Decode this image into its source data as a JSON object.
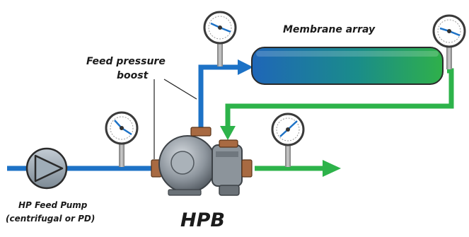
{
  "labels": {
    "feed_pressure_line1": "Feed pressure",
    "feed_pressure_line2": "boost",
    "membrane_array": "Membrane array",
    "pump_line1": "HP Feed Pump",
    "pump_line2": "(centrifugal or PD)",
    "hpb": "HPB"
  },
  "colors": {
    "hp_feed_line": "#1d72c6",
    "concentrate_line": "#2db34a",
    "pump_fill": "#98a8b4",
    "gauge_ring": "#3a3a3a",
    "flange": "#a86a42",
    "membrane_start": "#1f66b8",
    "membrane_end": "#2fb04a"
  },
  "icons": [
    "centrifugal-pump-icon",
    "pressure-gauge-icon",
    "hpb-turbocharger-icon",
    "membrane-vessel-icon"
  ]
}
